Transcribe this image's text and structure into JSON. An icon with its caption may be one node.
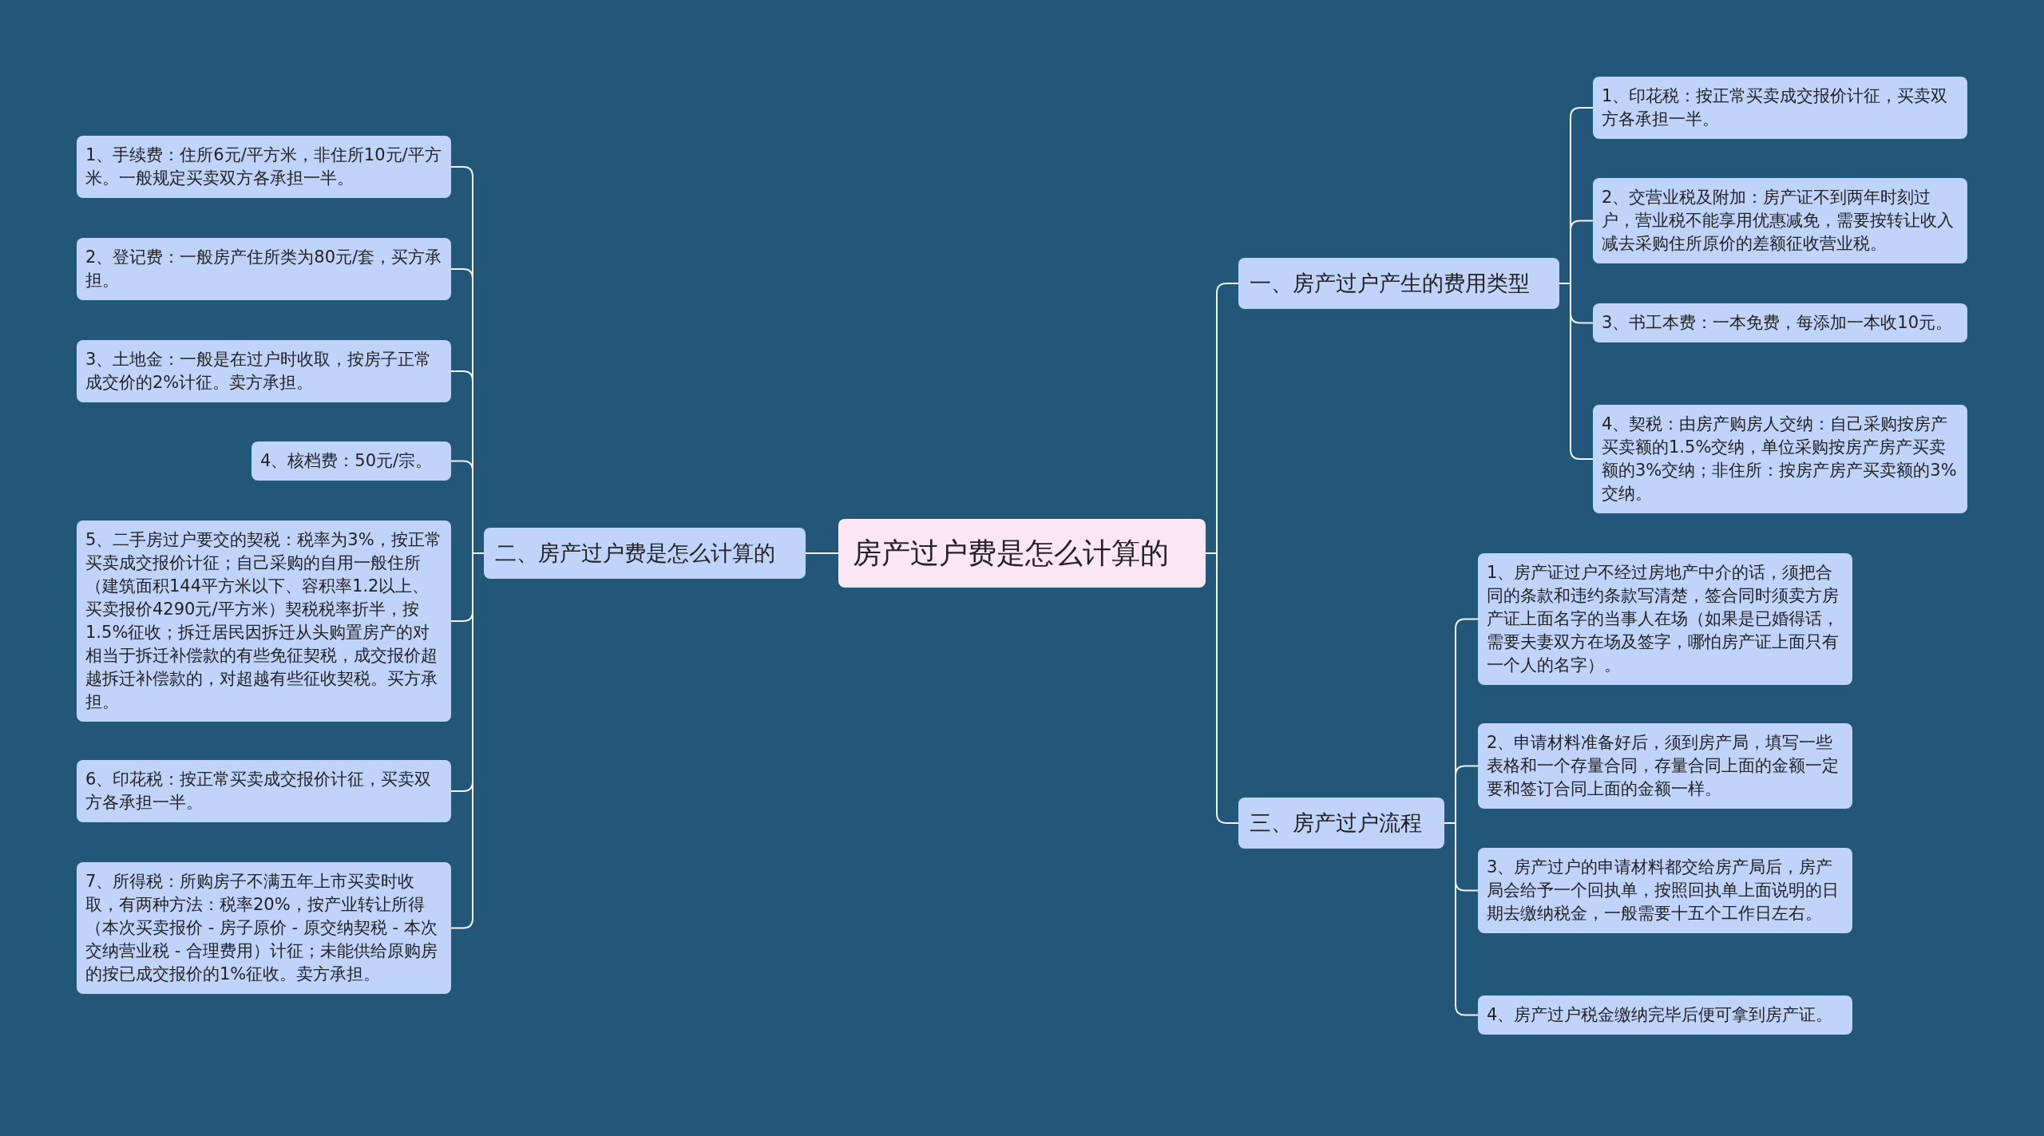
{
  "diagram": {
    "nodes": [
      {
        "text": [
          "房产过户费是怎么计算的"
        ]
      },
      {
        "text": [
          "一、房产过户产生的费用类型"
        ]
      },
      {
        "text": [
          "1、印花税：按正常买卖成交报价计征，买卖双方各承担一半。"
        ]
      },
      {
        "text": [
          "2、交营业税及附加：房产证不到两年时刻过户，营业税不能享用优惠减免，需要按转让收入减去采购住所原价的差额征收营业税。"
        ]
      },
      {
        "text": [
          "3、书工本费：一本免费，每添加一本收10元。"
        ]
      },
      {
        "text": [
          "4、契税：由房产购房人交纳：自己采购按房产买卖额的1.5%交纳，单位采购按房产房产买卖额的3%交纳；非住所：按房产房产买卖额的3%交纳。"
        ]
      },
      {
        "text": [
          "二、房产过户费是怎么计算的"
        ]
      },
      {
        "text": [
          "1、手续费：住所6元/平方米，非住所10元/平方米。一般规定买卖双方各承担一半。"
        ]
      },
      {
        "text": [
          "2、登记费：一般房产住所类为80元/套，买方承担。"
        ]
      },
      {
        "text": [
          "3、土地金：一般是在过户时收取，按房子正常成交价的2%计征。卖方承担。"
        ]
      },
      {
        "text": [
          "4、核档费：50元/宗。"
        ]
      },
      {
        "text": [
          "5、二手房过户要交的契税：税率为3%，按正常买卖成交报价计征；自己采购的自用一般住所（建筑面积144平方米以下、容积率1.2以上、买卖报价4290元/平方米）契税税率折半，按1.5%征收；拆迁居民因拆迁从头购置房产的对相当于拆迁补偿款的有些免征契税，成交报价超越拆迁补偿款的，对超越有些征收契税。买方承担。"
        ]
      },
      {
        "text": [
          "6、印花税：按正常买卖成交报价计征，买卖双方各承担一半。"
        ]
      },
      {
        "text": [
          "7、所得税：所购房子不满五年上市买卖时收取，有两种方法：税率20%，按产业转让所得（本次买卖报价 - 房子原价 - 原交纳契税 - 本次交纳营业税 - 合理费用）计征；未能供给原购房的按已成交报价的1%征收。卖方承担。"
        ]
      },
      {
        "text": [
          "三、房产过户流程"
        ]
      },
      {
        "text": [
          "1、房产证过户不经过房地产中介的话，须把合同的条款和违约条款写清楚，签合同时须卖方房产证上面名字的当事人在场（如果是已婚得话，需要夫妻双方在场及签字，哪怕房产证上面只有一个人的名字）。"
        ]
      },
      {
        "text": [
          "2、申请材料准备好后，须到房产局，填写一些表格和一个存量合同，存量合同上面的金额一定要和签订合同上面的金额一样。"
        ]
      },
      {
        "text": [
          "3、房产过户的申请材料都交给房产局后，房产局会给予一个回执单，按照回执单上面说明的日期去缴纳税金，一般需要十五个工作日左右。"
        ]
      },
      {
        "text": [
          "4、房产过户税金缴纳完毕后便可拿到房产证。"
        ]
      }
    ],
    "edges": [
      {
        "from": 0,
        "to": 1,
        "arrow": "none"
      },
      {
        "from": 1,
        "to": 2,
        "arrow": "none"
      },
      {
        "from": 1,
        "to": 3,
        "arrow": "none"
      },
      {
        "from": 1,
        "to": 4,
        "arrow": "none"
      },
      {
        "from": 1,
        "to": 5,
        "arrow": "none"
      },
      {
        "from": 0,
        "to": 6,
        "arrow": "none"
      },
      {
        "from": 6,
        "to": 7,
        "arrow": "none"
      },
      {
        "from": 6,
        "to": 8,
        "arrow": "none"
      },
      {
        "from": 6,
        "to": 9,
        "arrow": "none"
      },
      {
        "from": 6,
        "to": 10,
        "arrow": "none"
      },
      {
        "from": 6,
        "to": 11,
        "arrow": "none"
      },
      {
        "from": 6,
        "to": 12,
        "arrow": "none"
      },
      {
        "from": 6,
        "to": 13,
        "arrow": "none"
      },
      {
        "from": 0,
        "to": 14,
        "arrow": "none"
      },
      {
        "from": 14,
        "to": 15,
        "arrow": "none"
      },
      {
        "from": 14,
        "to": 16,
        "arrow": "none"
      },
      {
        "from": 14,
        "to": 17,
        "arrow": "none"
      },
      {
        "from": 14,
        "to": 18,
        "arrow": "none"
      }
    ]
  }
}
